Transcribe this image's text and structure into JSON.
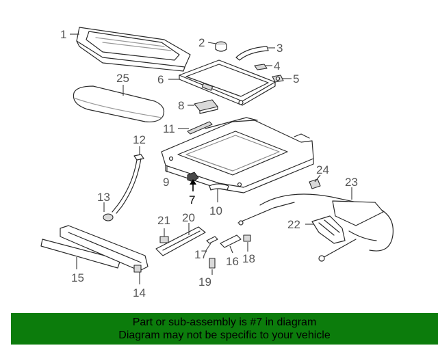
{
  "callouts": {
    "c1": "1",
    "c2": "2",
    "c3": "3",
    "c4": "4",
    "c5": "5",
    "c6": "6",
    "c7": "7",
    "c8": "8",
    "c9": "9",
    "c10": "10",
    "c11": "11",
    "c12": "12",
    "c13": "13",
    "c14": "14",
    "c15": "15",
    "c16": "16",
    "c17": "17",
    "c18": "18",
    "c19": "19",
    "c20": "20",
    "c21": "21",
    "c22": "22",
    "c23": "23",
    "c24": "24",
    "c25": "25"
  },
  "highlighted_part": "7",
  "banner": {
    "line1": "Part or sub-assembly is #7 in diagram",
    "line2": "Diagram may not be specific to your vehicle",
    "color": "#0c7c0c"
  }
}
